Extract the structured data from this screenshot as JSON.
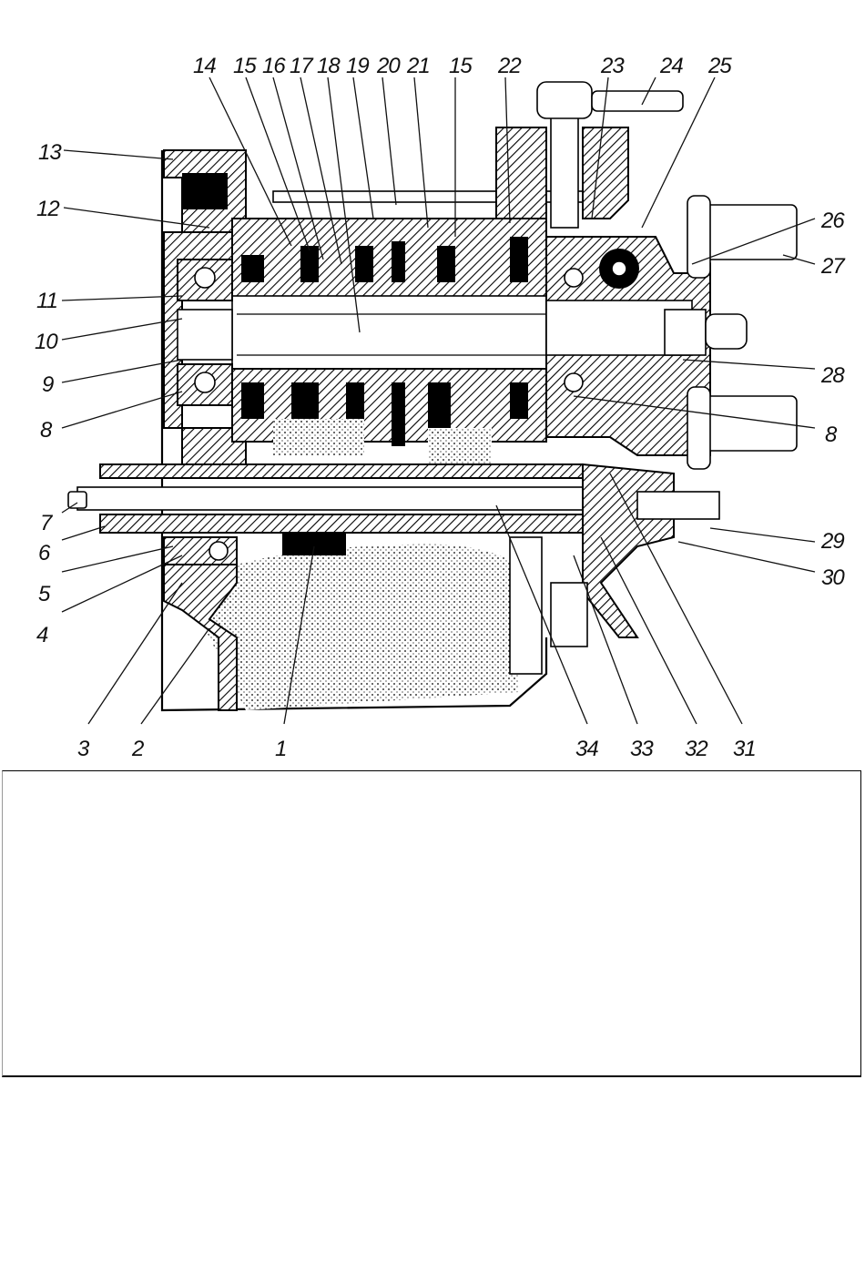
{
  "figure": {
    "subject": "gearbox cross-section",
    "callouts_top": [
      "14",
      "15",
      "16",
      "17",
      "18",
      "19",
      "20",
      "21",
      "15",
      "22",
      "23",
      "24",
      "25"
    ],
    "callouts_left": [
      "13",
      "12",
      "11",
      "10",
      "9",
      "8",
      "7",
      "6",
      "5",
      "4"
    ],
    "callouts_right": [
      "26",
      "27",
      "28",
      "8",
      "29",
      "30"
    ],
    "callouts_bottom": [
      "3",
      "2",
      "1",
      "34",
      "33",
      "32",
      "31"
    ]
  },
  "caption_box": {
    "text": ""
  }
}
